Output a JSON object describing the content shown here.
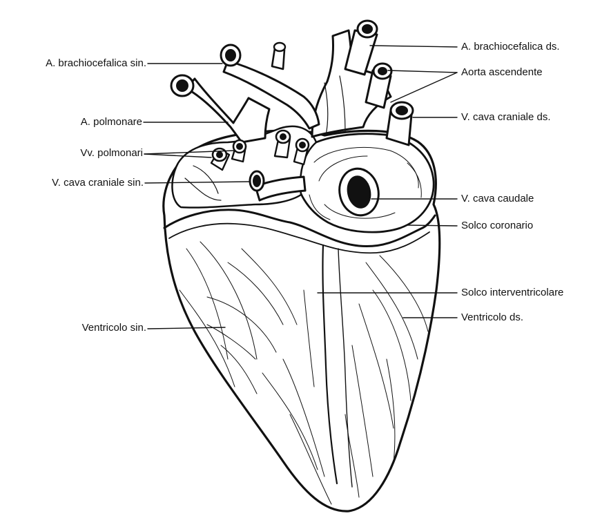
{
  "colors": {
    "ink": "#111111",
    "paper": "#ffffff"
  },
  "labels": {
    "brachiocefalica_sin": "A. brachiocefalica sin.",
    "polmonare": "A. polmonare",
    "vv_polmonari": "Vv. polmonari",
    "cava_craniale_sin": "V. cava craniale sin.",
    "ventricolo_sin": "Ventricolo sin.",
    "brachiocefalica_ds": "A. brachiocefalica ds.",
    "aorta_ascendente": "Aorta ascendente",
    "cava_craniale_ds": "V. cava craniale ds.",
    "cava_caudale": "V. cava caudale",
    "solco_coronario": "Solco coronario",
    "solco_interventricolare": "Solco interventricolare",
    "ventricolo_ds": "Ventricolo ds."
  }
}
